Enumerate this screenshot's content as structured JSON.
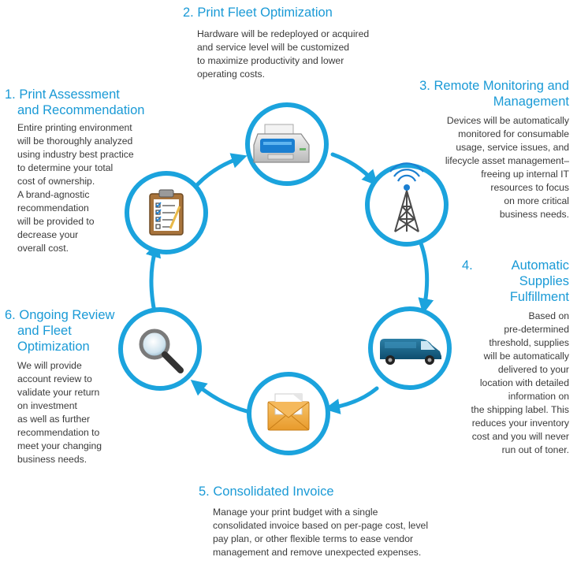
{
  "steps": [
    {
      "number": "1.",
      "title_lines": [
        "Print Assessment",
        "and Recommendation"
      ],
      "body_lines": [
        "Entire printing environment",
        "will be thoroughly analyzed",
        "using industry best practice",
        "to determine your total",
        "cost of ownership.",
        "A brand-agnostic",
        "recommendation",
        "will be provided to",
        "decrease your",
        "overall cost."
      ],
      "icon": "clipboard-checklist-icon"
    },
    {
      "number": "2.",
      "title_lines": [
        "Print Fleet Optimization"
      ],
      "body_lines": [
        "Hardware will be redeployed or acquired",
        "and service level will be customized",
        "to maximize productivity and lower",
        "operating costs."
      ],
      "icon": "printer-icon"
    },
    {
      "number": "3.",
      "title_lines": [
        "Remote Monitoring and",
        "Management"
      ],
      "body_lines": [
        "Devices will be automatically",
        "monitored for consumable",
        "usage, service issues, and",
        "lifecycle asset management–",
        "freeing up internal IT",
        "resources to focus",
        "on more critical",
        "business needs."
      ],
      "icon": "radio-tower-icon"
    },
    {
      "number": "4.",
      "title_lines": [
        "Automatic",
        "Supplies",
        "Fulfillment"
      ],
      "body_lines": [
        "Based on",
        "pre-determined",
        "threshold, supplies",
        "will be automatically",
        "delivered to your",
        "location with detailed",
        "information on",
        "the shipping label.  This",
        "reduces your inventory",
        "cost and you will never",
        "run out of toner."
      ],
      "icon": "delivery-van-icon"
    },
    {
      "number": "5.",
      "title_lines": [
        "Consolidated Invoice"
      ],
      "body_lines": [
        "Manage your print budget with a single",
        "consolidated invoice based on per-page cost, level",
        "pay plan, or other flexible terms to ease vendor",
        "management and remove unexpected expenses."
      ],
      "icon": "envelope-icon"
    },
    {
      "number": "6.",
      "title_lines": [
        "Ongoing Review",
        "and Fleet",
        "Optimization"
      ],
      "body_lines": [
        "We will provide",
        "account review to",
        "validate your return",
        "on investment",
        "as well as further",
        "recommendation to",
        "meet your changing",
        "business needs."
      ],
      "icon": "magnifying-glass-icon"
    }
  ],
  "colors": {
    "accent": "#1a9ad6",
    "text": "#3a3a3a",
    "ring": "#1ba3dd"
  }
}
